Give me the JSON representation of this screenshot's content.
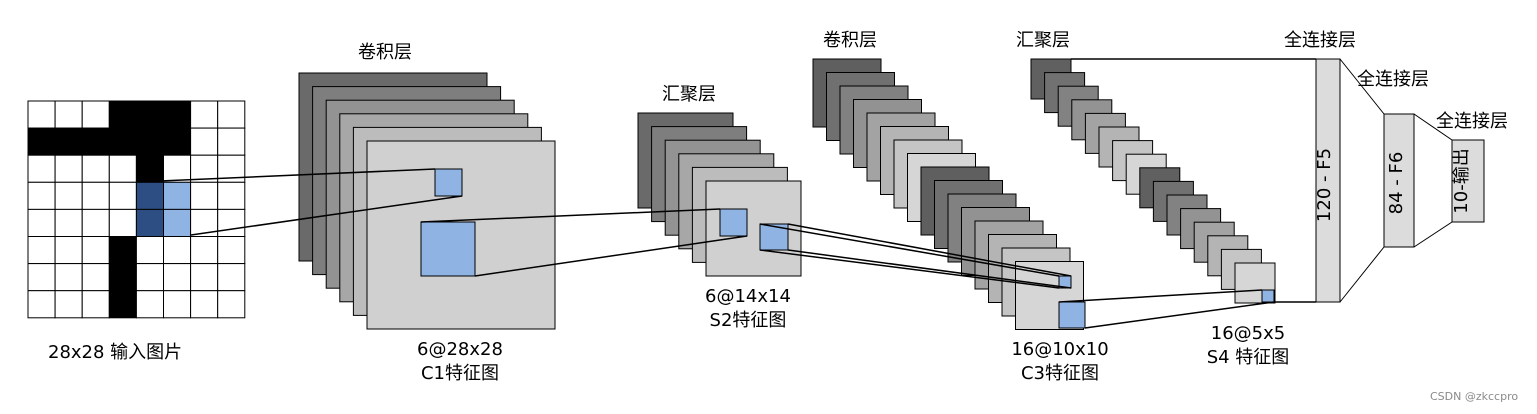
{
  "labels": {
    "input": "28x28 输入图片",
    "conv1": "卷积层",
    "pool1": "汇聚层",
    "conv2": "卷积层",
    "pool2": "汇聚层",
    "fc1": "全连接层",
    "fc2": "全连接层",
    "fc3": "全连接层",
    "c1_size": "6@28x28",
    "c1_name": "C1特征图",
    "s2_size": "6@14x14",
    "s2_name": "S2特征图",
    "c3_size": "16@10x10",
    "c3_name": "C3特征图",
    "s4_size": "16@5x5",
    "s4_name": "S4 特征图",
    "f5": "120 - F5",
    "f6": "84 - F6",
    "out": "10-输出"
  },
  "watermark": "CSDN @zkccpro",
  "colors": {
    "highlight": "#8fb3e3",
    "highlight_dark": "#2d4e82",
    "map_light": "#d2d2d2",
    "map_dark": "#6e6e6e",
    "fc_fill": "#dcdcdc",
    "black": "#000000"
  },
  "input_grid": {
    "rows": 8,
    "cols": 8,
    "black_cells": [
      [
        0,
        3
      ],
      [
        0,
        4
      ],
      [
        0,
        5
      ],
      [
        1,
        0
      ],
      [
        1,
        1
      ],
      [
        1,
        2
      ],
      [
        1,
        3
      ],
      [
        1,
        4
      ],
      [
        1,
        5
      ],
      [
        2,
        4
      ],
      [
        5,
        3
      ],
      [
        6,
        3
      ],
      [
        7,
        3
      ]
    ],
    "highlight_cells": [
      [
        3,
        4
      ],
      [
        3,
        5
      ],
      [
        4,
        4
      ],
      [
        4,
        5
      ]
    ]
  }
}
